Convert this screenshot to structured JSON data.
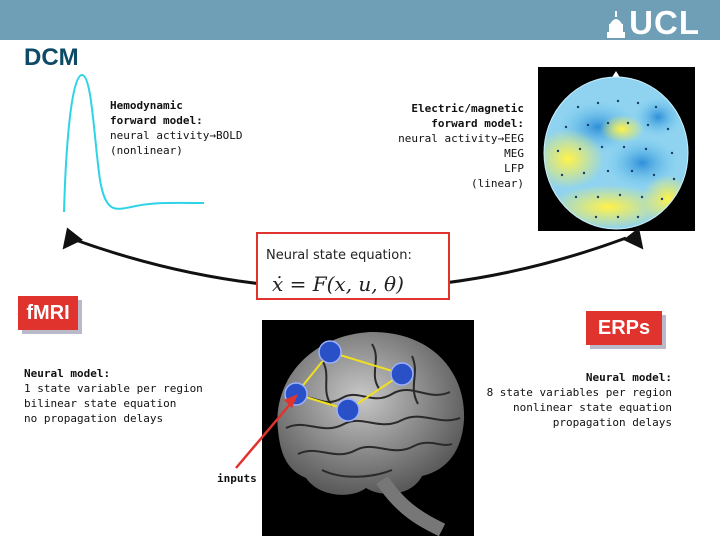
{
  "header": {
    "logo_text": "UCL",
    "title": "DCM"
  },
  "hemodynamic": {
    "heading_line1": "Hemodynamic",
    "heading_line2": "forward model:",
    "line1": "neural activity→BOLD",
    "line2": "(nonlinear)"
  },
  "electric": {
    "heading_line1": "Electric/magnetic",
    "heading_line2": "forward model:",
    "line1": "neural activity→EEG",
    "line2": "MEG",
    "line3": "LFP",
    "line4": "(linear)"
  },
  "equation": {
    "label": "Neural state equation:",
    "formula": "ẋ = F(x, u, θ)"
  },
  "modalities": {
    "left": "fMRI",
    "right": "ERPs"
  },
  "neural_left": {
    "heading": "Neural model:",
    "line1": "1 state variable per region",
    "line2": "bilinear state equation",
    "line3": "no propagation delays"
  },
  "neural_right": {
    "heading": "Neural model:",
    "line1": "8 state variables per region",
    "line2": "nonlinear state equation",
    "line3": "propagation delays"
  },
  "inputs_label": "inputs",
  "colors": {
    "topbar": "#6f9fb6",
    "title": "#0d4a66",
    "accent_red": "#e0332e",
    "bold_curve": "#2ed3e6",
    "connection": "#f0e020",
    "node": "#2a50c8"
  }
}
